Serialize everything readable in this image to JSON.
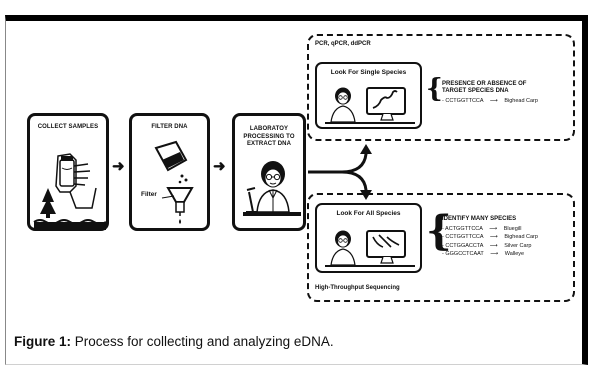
{
  "steps": [
    {
      "label": "COLLECT SAMPLES"
    },
    {
      "label": "FILTER DNA",
      "filter_label": "Filter"
    },
    {
      "label": "LABORATOY PROCESSING TO EXTRACT DNA"
    }
  ],
  "top_group": {
    "methods_label": "PCR, qPCR, ddPCR",
    "panel_title": "Look For Single Species",
    "result_title": "PRESENCE OR ABSENCE OF TARGET SPECIES DNA",
    "sequences": [
      {
        "seq": "- CCTGGTTCCA",
        "species": "Bighead Carp"
      }
    ]
  },
  "bottom_group": {
    "panel_title": "Look For All Species",
    "result_title": "IDENTIFY MANY SPECIES",
    "sequences": [
      {
        "seq": "- ACTGGTTCCA",
        "species": "Bluegill"
      },
      {
        "seq": "- CCTGGTTCCA",
        "species": "Bighead Carp"
      },
      {
        "seq": "- CCTGGACCTA",
        "species": "Silver Carp"
      },
      {
        "seq": "- GGGCCTCAAT",
        "species": "Walleye"
      }
    ],
    "methods_label": "High-Throughput Sequencing"
  },
  "caption": {
    "prefix": "Figure 1:",
    "text": " Process for collecting and analyzing eDNA."
  }
}
